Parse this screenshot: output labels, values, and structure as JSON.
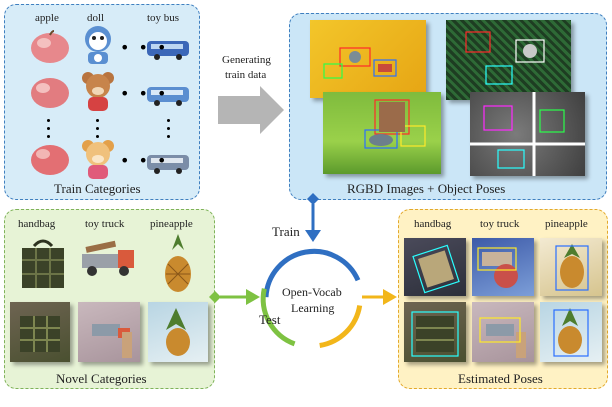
{
  "train_panel": {
    "caption": "Train Categories",
    "labels": [
      "apple",
      "doll",
      "toy bus"
    ]
  },
  "rgbd_panel": {
    "caption": "RGBD Images + Object Poses"
  },
  "generate_label_line1": "Generating",
  "generate_label_line2": "train data",
  "center": {
    "line1": "Open-Vocab",
    "line2": "Learning",
    "train_label": "Train",
    "test_label": "Test"
  },
  "novel_panel": {
    "caption": "Novel Categories",
    "labels": [
      "handbag",
      "toy truck",
      "pineapple"
    ]
  },
  "estimated_panel": {
    "caption": "Estimated Poses",
    "labels": [
      "handbag",
      "toy truck",
      "pineapple"
    ]
  },
  "colors": {
    "train_blue": "#2f6fc2",
    "test_green": "#7ec242",
    "output_yellow": "#f2b61a",
    "arrow_gray": "#b5b5b5"
  }
}
